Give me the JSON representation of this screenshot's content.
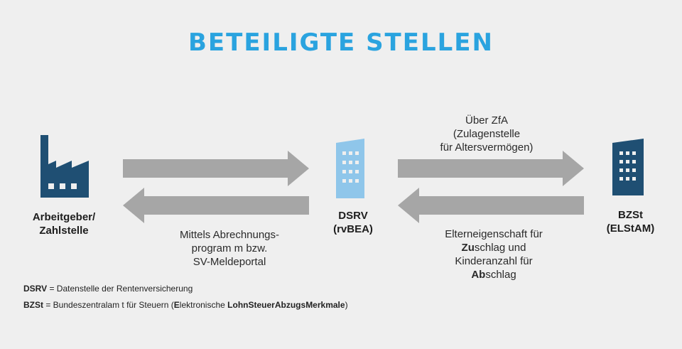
{
  "title": "BETEILIGTE STELLEN",
  "nodes": {
    "employer": {
      "line1": "Arbeitgeber/",
      "line2": "Zahlstelle",
      "icon": "factory-icon"
    },
    "dsrv": {
      "line1": "DSRV",
      "line2": "(rvBEA)",
      "icon": "building-icon"
    },
    "bzst": {
      "line1": "BZSt",
      "line2": "(ELStAM)",
      "icon": "building-icon"
    }
  },
  "captions": {
    "zfa": {
      "line1": "Über ZfA",
      "line2": "(Zulagenstelle",
      "line3": "für Altersvermögen)"
    },
    "program": {
      "line1": "Mittels Abrechnungs-",
      "line2": "program m  bzw.",
      "line3": "SV-Meldeportal"
    },
    "parent": {
      "line1": "Elterneigenschaft für",
      "line2_bold": "Zu",
      "line2_rest": "schlag und",
      "line3": "Kinderanzahl für",
      "line4_bold": "Ab",
      "line4_rest": "schlag"
    }
  },
  "legend": {
    "dsrv_abbr": "DSRV",
    "dsrv_text": " = Datenstelle der Rentenversicherung",
    "bzst_abbr": "BZSt",
    "bzst_text1": " = Bundeszentralam t für Steuern (",
    "bzst_e": "E",
    "bzst_text2": "lektronische ",
    "bzst_lohn": "Lohn",
    "bzst_steuer": "Steuer",
    "bzst_abzugs": "Abzugs",
    "bzst_merkmale": "Merkmale",
    "bzst_text3": ")"
  },
  "colors": {
    "title": "#2aa3df",
    "dark_icon": "#1f4f73",
    "light_icon": "#8fc6ea",
    "arrow": "#a6a6a6"
  }
}
